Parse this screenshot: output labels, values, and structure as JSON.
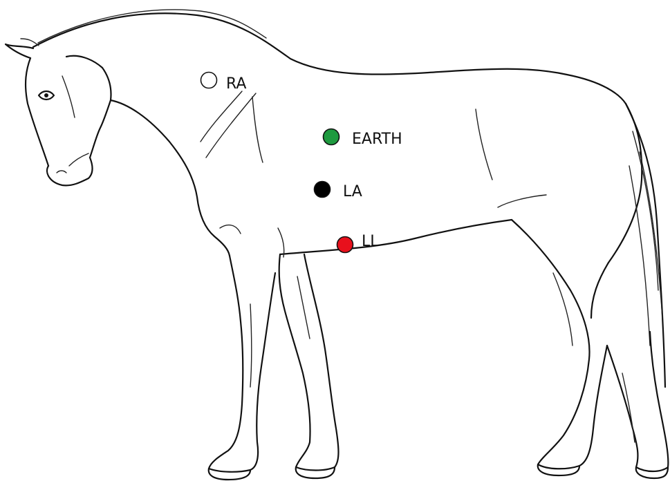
{
  "electrodes": [
    {
      "id": "ra",
      "label": "RA",
      "color": "#ffffff"
    },
    {
      "id": "earth",
      "label": "EARTH",
      "color": "#1e9a3f"
    },
    {
      "id": "la",
      "label": "LA",
      "color": "#000000"
    },
    {
      "id": "ll",
      "label": "LL",
      "color": "#e8101c"
    }
  ]
}
